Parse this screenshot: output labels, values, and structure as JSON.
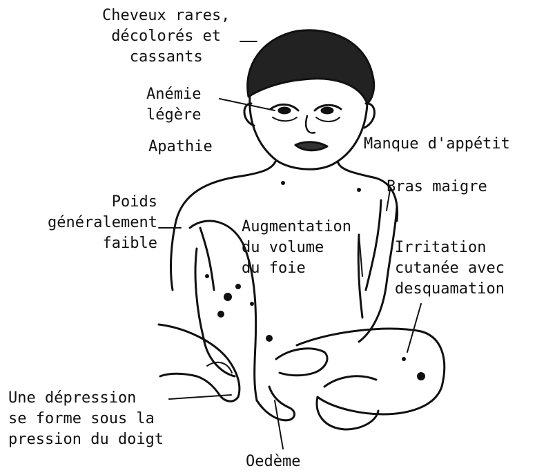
{
  "labels": {
    "hair": [
      "Cheveux rares,",
      "décolorés et",
      "cassants"
    ],
    "anemia": [
      "Anémie",
      "légère"
    ],
    "apathy": "Apathie",
    "appetite": "Manque d'appétit",
    "arm": "Bras maigre",
    "weight": [
      "Poids",
      "généralement",
      "faible"
    ],
    "liver": [
      "Augmentation",
      "du volume",
      "du foie"
    ],
    "skin": [
      "Irritation",
      "cutanée avec",
      "desquamation"
    ],
    "depression": [
      "Une dépression",
      "se forme sous la",
      "pression du doigt"
    ],
    "oedema": "Oedème"
  },
  "colors": {
    "ink": "#111111",
    "background": "#ffffff"
  }
}
